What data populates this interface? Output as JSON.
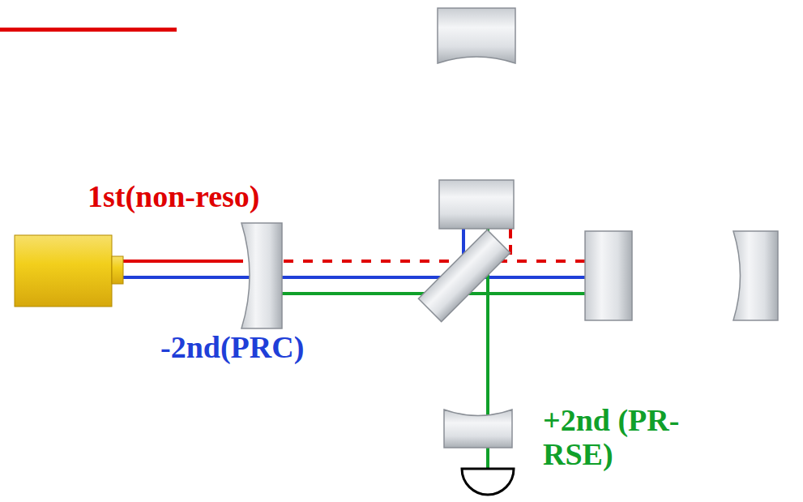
{
  "diagram": {
    "labels": [
      "1st(non-reso)",
      "-2nd(PRC)",
      "+2nd (PR-RSE)"
    ]
  }
}
